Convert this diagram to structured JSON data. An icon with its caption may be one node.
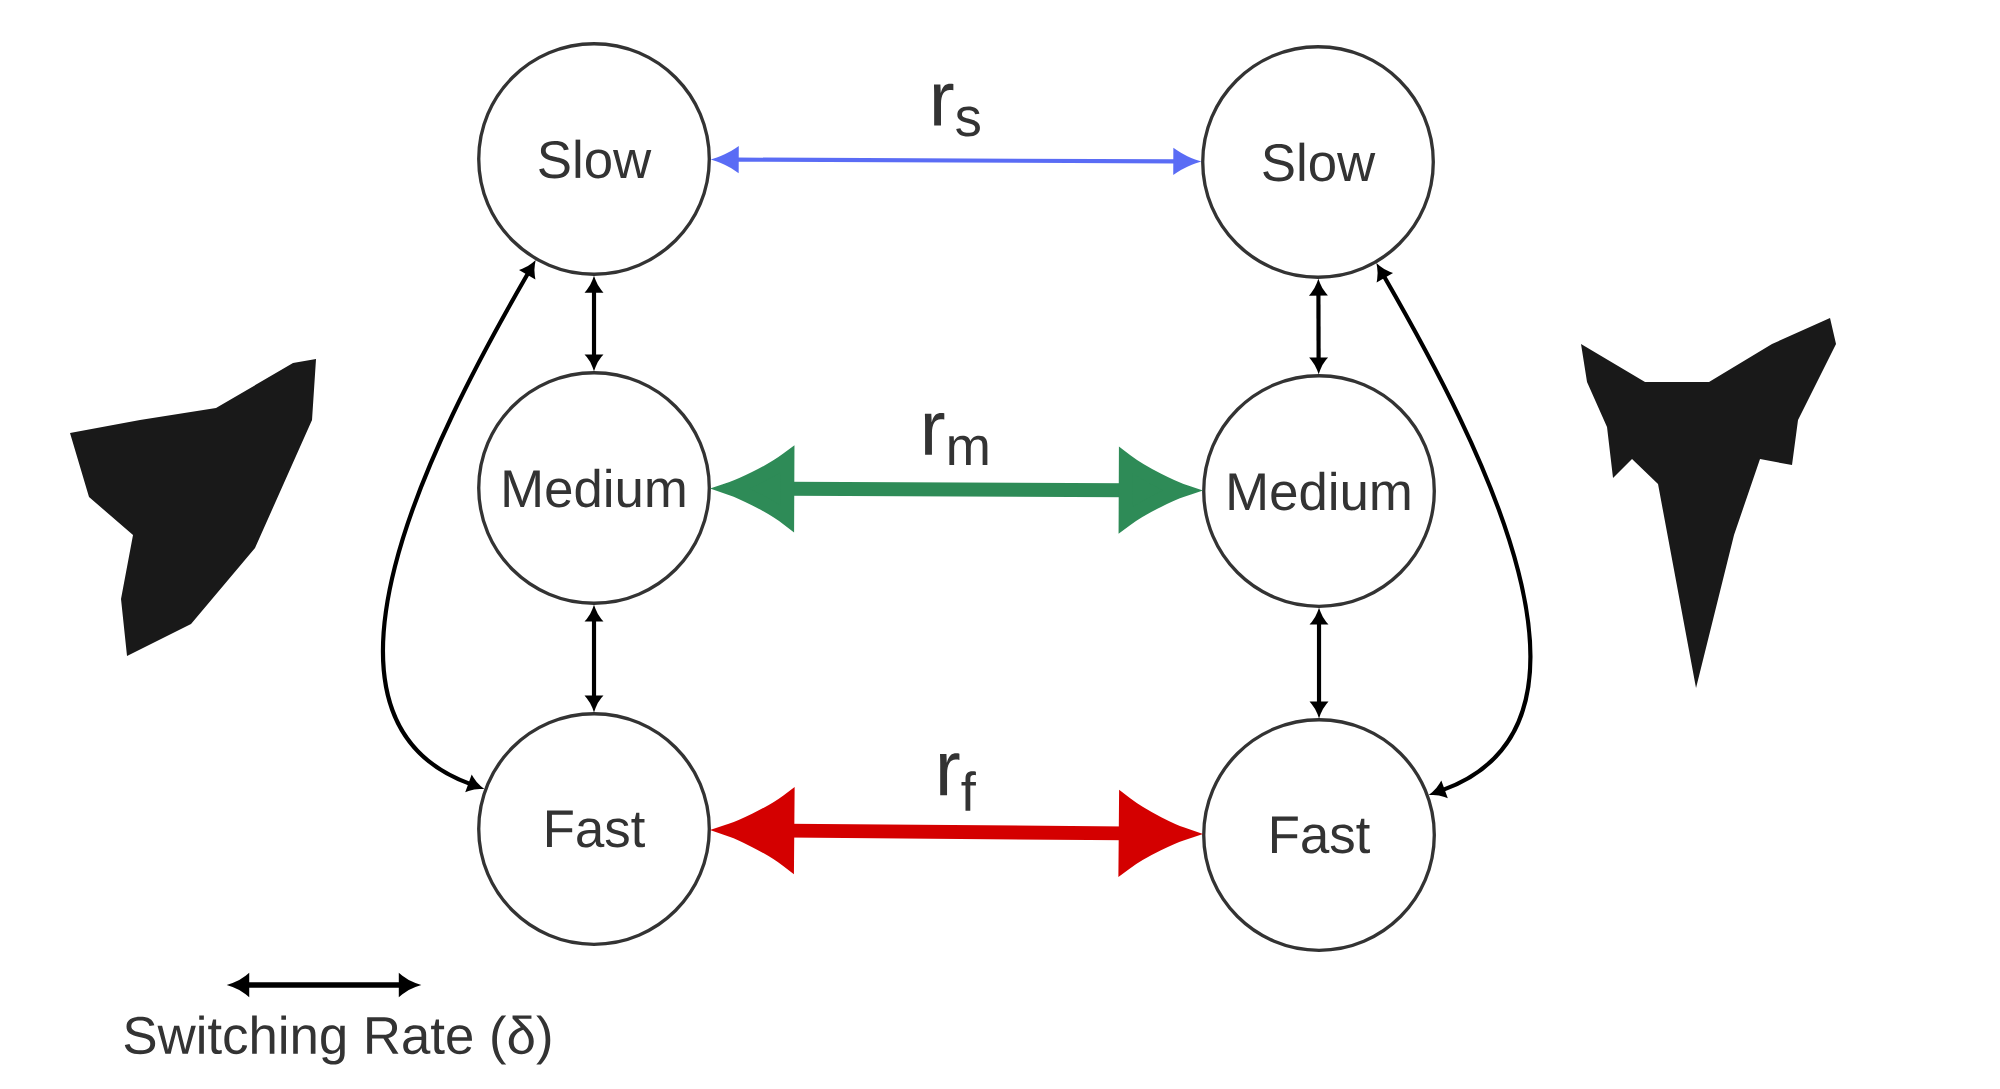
{
  "diagram": {
    "nodes": [
      {
        "text": [
          "Slow"
        ]
      },
      {
        "text": [
          "Slow"
        ]
      },
      {
        "text": [
          "Medium"
        ]
      },
      {
        "text": [
          "Medium"
        ]
      },
      {
        "text": [
          "Fast"
        ]
      },
      {
        "text": [
          "Fast"
        ]
      }
    ],
    "edges": [
      {
        "from": 0,
        "to": 1,
        "arrow": "both",
        "label": "r$_{s}$",
        "color": "#5a6cf5"
      },
      {
        "from": 2,
        "to": 3,
        "arrow": "both",
        "label": "r$_{m}$",
        "color": "#2e8b57",
        "style": "thick"
      },
      {
        "from": 4,
        "to": 5,
        "arrow": "both",
        "label": "r$_{f}$",
        "color": "#d40000",
        "style": "thick"
      },
      {
        "from": 0,
        "to": 2,
        "arrow": "both"
      },
      {
        "from": 2,
        "to": 4,
        "arrow": "both"
      },
      {
        "from": 1,
        "to": 3,
        "arrow": "both"
      },
      {
        "from": 3,
        "to": 5,
        "arrow": "both"
      },
      {
        "from": 0,
        "to": 4,
        "arrow": "both"
      },
      {
        "from": 1,
        "to": 5,
        "arrow": "both"
      }
    ],
    "legend": [
      {
        "text": "Switching Rate (δ)"
      }
    ]
  }
}
